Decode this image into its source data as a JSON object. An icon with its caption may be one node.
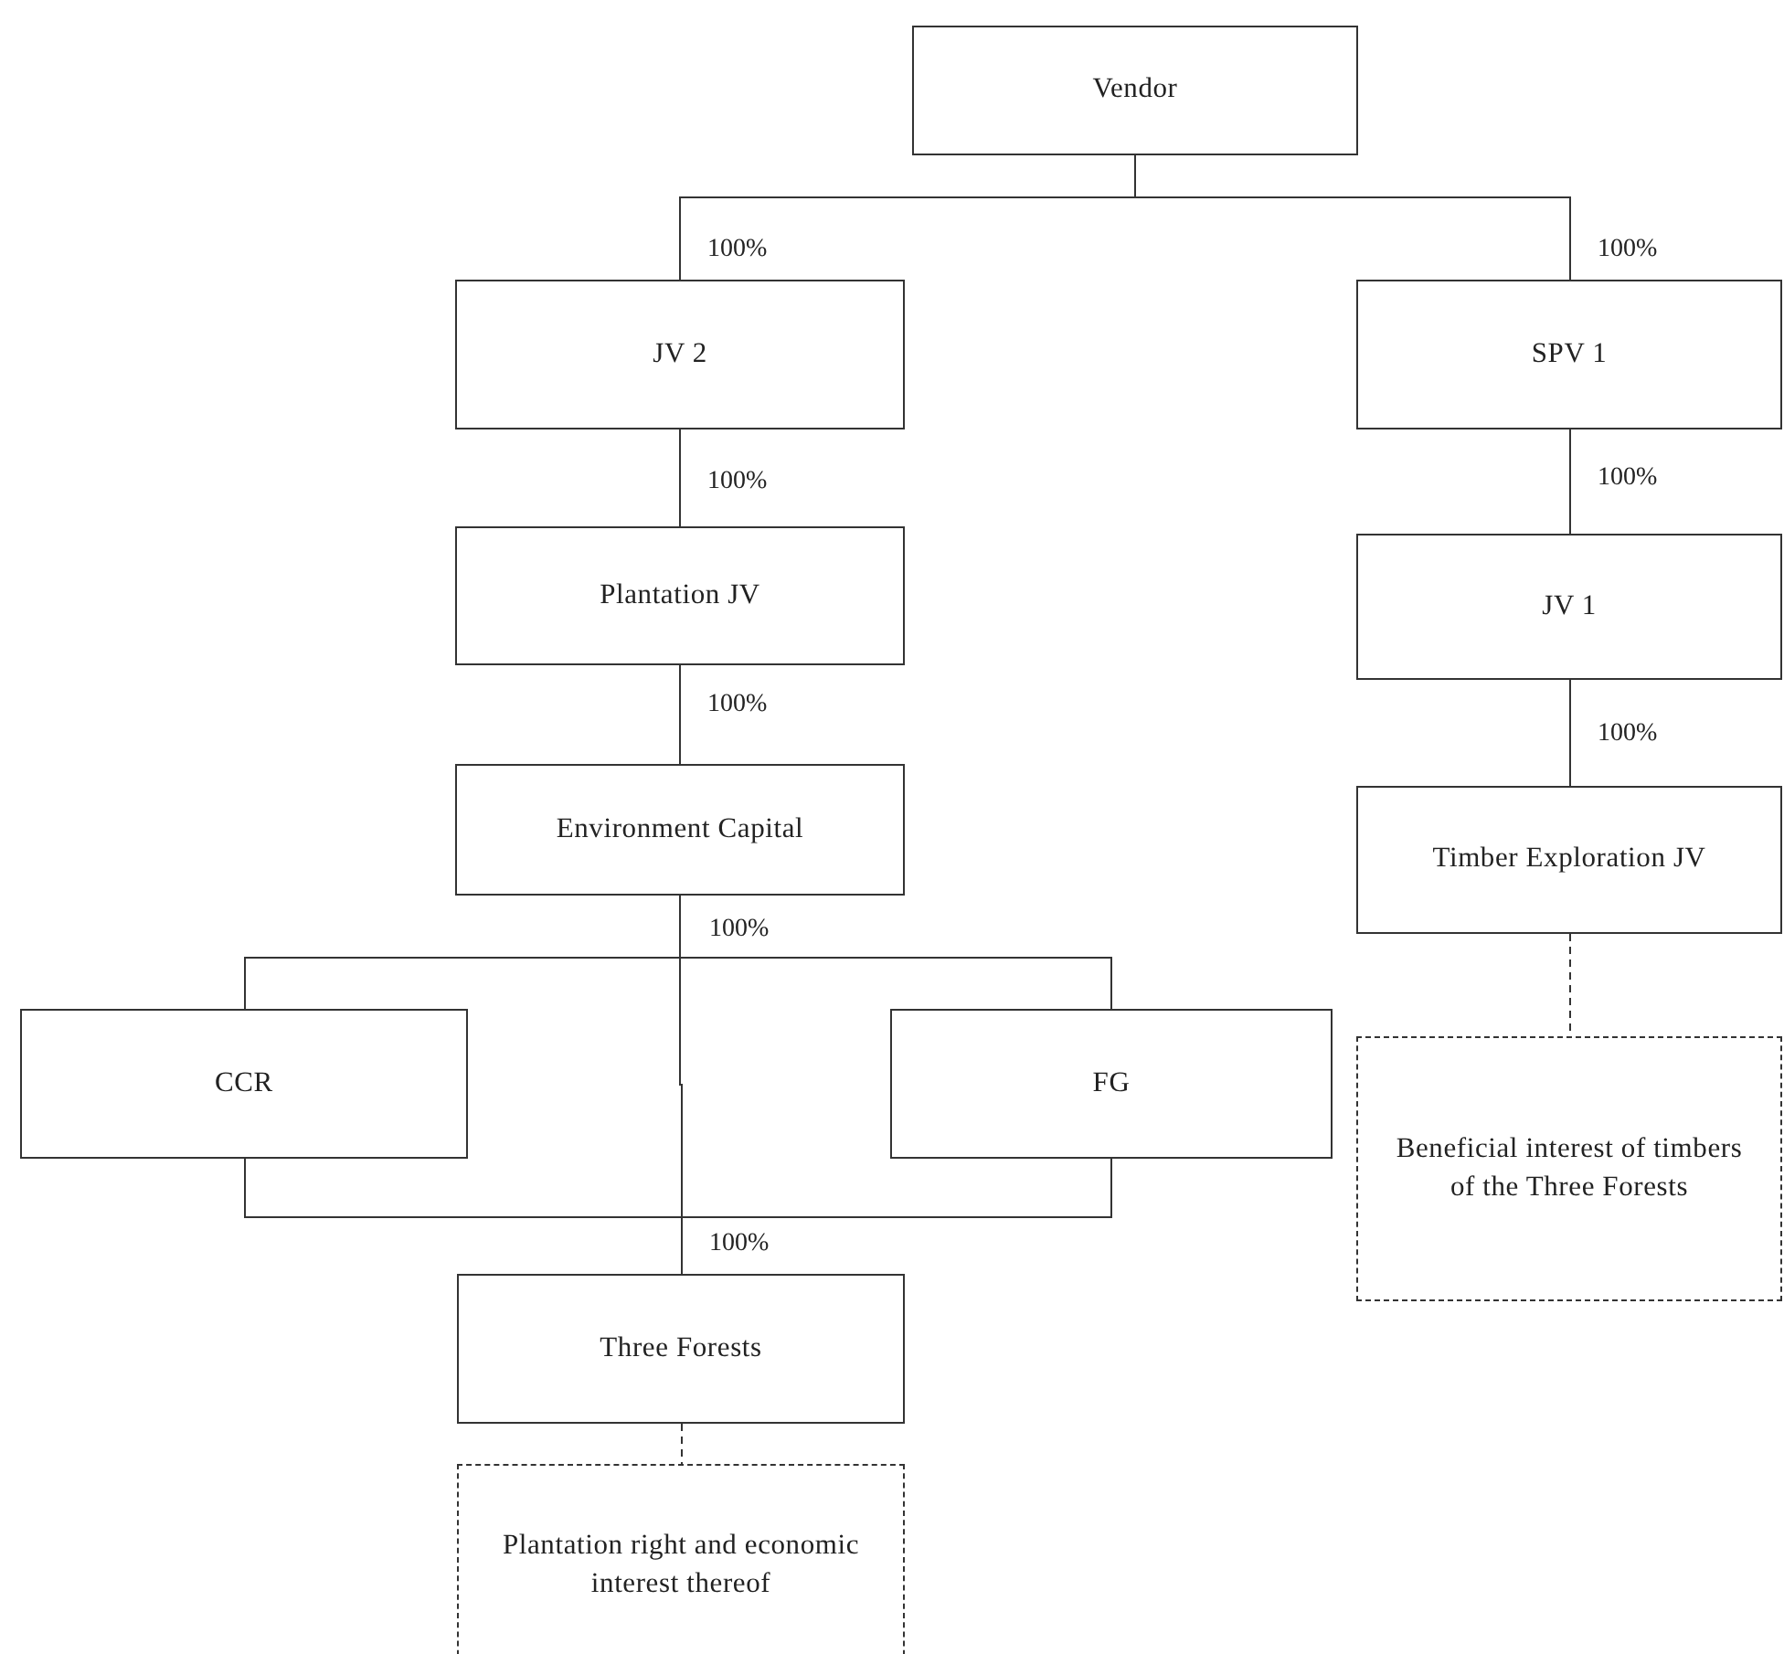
{
  "diagram": {
    "nodes": [
      {
        "text": [
          "Vendor"
        ]
      },
      {
        "text": [
          "JV 2"
        ]
      },
      {
        "text": [
          "SPV 1"
        ]
      },
      {
        "text": [
          "Plantation JV"
        ]
      },
      {
        "text": [
          "JV 1"
        ]
      },
      {
        "text": [
          "Environment Capital"
        ]
      },
      {
        "text": [
          "Timber Exploration JV"
        ]
      },
      {
        "text": [
          "CCR"
        ]
      },
      {
        "text": [
          "FG"
        ]
      },
      {
        "text": [
          "Beneficial interest of timbers of the Three Forests"
        ]
      },
      {
        "text": [
          "Three Forests"
        ]
      },
      {
        "text": [
          "Plantation right and economic interest thereof"
        ]
      }
    ],
    "edges": [
      {
        "from": 0,
        "to": 1,
        "arrow": "none",
        "label": "100%"
      },
      {
        "from": 0,
        "to": 2,
        "arrow": "none",
        "label": "100%"
      },
      {
        "from": 1,
        "to": 3,
        "arrow": "none",
        "label": "100%"
      },
      {
        "from": 2,
        "to": 4,
        "arrow": "none",
        "label": "100%"
      },
      {
        "from": 3,
        "to": 5,
        "arrow": "none",
        "label": "100%"
      },
      {
        "from": 4,
        "to": 6,
        "arrow": "none",
        "label": "100%"
      },
      {
        "from": 5,
        "to": 7,
        "arrow": "none"
      },
      {
        "from": 5,
        "to": 8,
        "arrow": "none"
      },
      {
        "from": 5,
        "to": 10,
        "arrow": "none",
        "label": "100%"
      },
      {
        "from": 7,
        "to": 10,
        "arrow": "none",
        "label": "100%"
      },
      {
        "from": 8,
        "to": 10,
        "arrow": "none"
      },
      {
        "from": 10,
        "to": 11,
        "arrow": "none",
        "style": "dashed"
      },
      {
        "from": 6,
        "to": 9,
        "arrow": "none",
        "style": "dashed"
      }
    ]
  }
}
